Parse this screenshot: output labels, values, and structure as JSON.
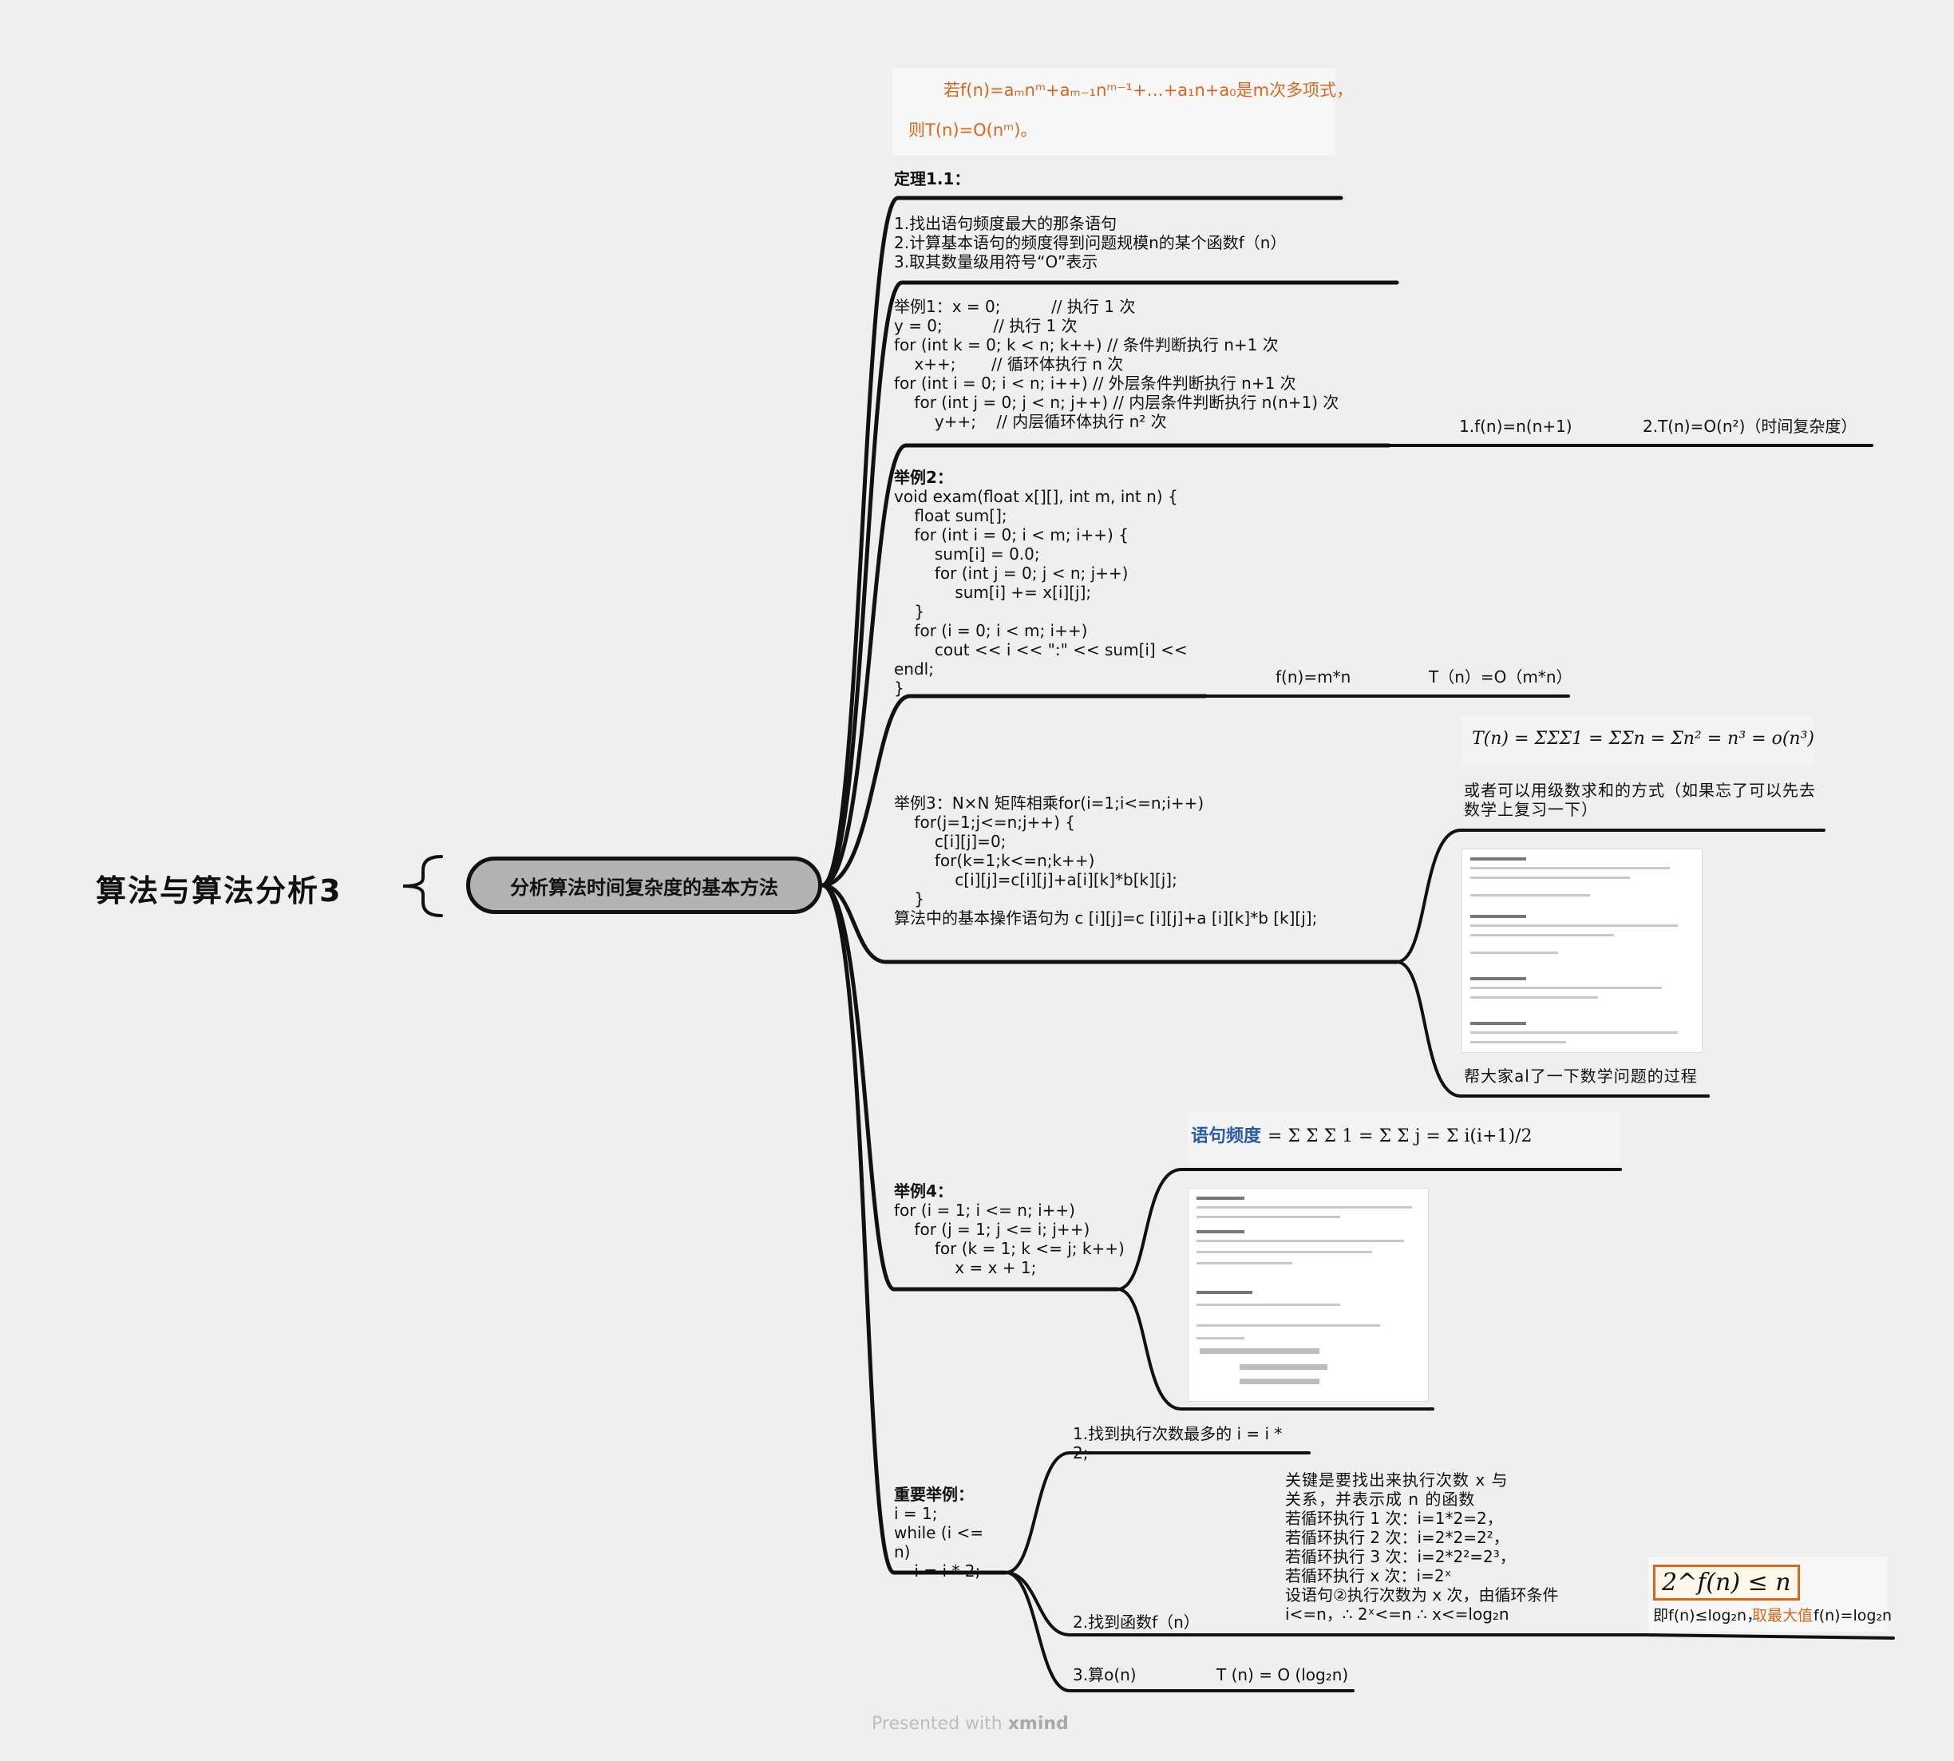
{
  "title": "算法与算法分析3",
  "central": "分析算法时间复杂度的基本方法",
  "theorem": {
    "line1": "若f(n)=aₘnᵐ+aₘ₋₁nᵐ⁻¹+…+a₁n+a₀是m次多项式，",
    "line2": "则T(n)=O(nᵐ)。",
    "label": "定理1.1："
  },
  "steps": [
    "1.找出语句频度最大的那条语句",
    "2.计算基本语句的频度得到问题规模n的某个函数f（n）",
    "3.取其数量级用符号“O”表示"
  ],
  "example1": {
    "lines": [
      "举例1：x = 0;          // 执行 1 次",
      "y = 0;          // 执行 1 次",
      "for (int k = 0; k < n; k++) // 条件判断执行 n+1 次",
      "    x++;       // 循环体执行 n 次",
      "for (int i = 0; i < n; i++) // 外层条件判断执行 n+1 次",
      "    for (int j = 0; j < n; j++) // 内层条件判断执行 n(n+1) 次",
      "        y++;    // 内层循环体执行 n² 次"
    ],
    "result1": "1.f(n)=n(n+1)",
    "result2": "2.T(n)=O(n²)（时间复杂度）"
  },
  "example2": {
    "lines": [
      "举例2：",
      "void exam(float x[][], int m, int n) {",
      "    float sum[];",
      "    for (int i = 0; i < m; i++) {",
      "        sum[i] = 0.0;",
      "        for (int j = 0; j < n; j++)",
      "            sum[i] += x[i][j];",
      "    }",
      "    for (i = 0; i < m; i++)",
      "        cout << i << \":\" << sum[i] <<",
      "endl;",
      "}"
    ],
    "result1": "f(n)=m*n",
    "result2": "T（n）=O（m*n）"
  },
  "example3": {
    "lines": [
      "举例3：N×N 矩阵相乘for(i=1;i<=n;i++)",
      "    for(j=1;j<=n;j++) {",
      "        c[i][j]=0;",
      "        for(k=1;k<=n;k++)",
      "            c[i][j]=c[i][j]+a[i][k]*b[k][j];",
      "    }",
      "算法中的基本操作语句为 c [i][j]=c [i][j]+a [i][k]*b [k][j];"
    ],
    "formula": "T(n) = ΣΣΣ1 = ΣΣn = Σn² = n³ = o(n³)",
    "note": "或者可以用级数求和的方式（如果忘了可以先去\n数学上复习一下）",
    "caption": "帮大家al了一下数学问题的过程"
  },
  "example4": {
    "lines": [
      "举例4：",
      "for (i = 1; i <= n; i++)",
      "    for (j = 1; j <= i; j++)",
      "        for (k = 1; k <= j; k++)",
      "            x = x + 1;"
    ],
    "formula_label": "语句频度",
    "formula_rest": "= Σ Σ Σ 1 = Σ Σ j = Σ i(i+1)/2"
  },
  "important": {
    "lines": [
      "重要举例：",
      "i = 1;",
      "while (i <=",
      "n)",
      "    i = i * 2;"
    ],
    "step1": "1.找到执行次数最多的 i = i *\n2;",
    "explain": [
      "关键是要找出来执行次数 x 与",
      "关系，并表示成 n 的函数",
      "若循环执行 1 次：i=1*2=2，",
      "若循环执行 2 次：i=2*2=2²，",
      "若循环执行 3 次：i=2*2²=2³，",
      "若循环执行 x 次：i=2ˣ",
      "设语句②执行次数为 x 次，由循环条件",
      "i<=n，∴ 2ˣ<=n ∴ x<=log₂n"
    ],
    "step2": "2.找到函数f（n）",
    "formula": "2^f(n) ≤ n",
    "conclusion_a": "即f(n)≤log₂n，",
    "conclusion_b": "取最大值",
    "conclusion_c": "f(n)=log₂n",
    "step3": "3.算o(n)",
    "step3_result": "T (n) = O (log₂n)"
  },
  "footer": {
    "prefix": "Presented with ",
    "brand": "xmind"
  }
}
